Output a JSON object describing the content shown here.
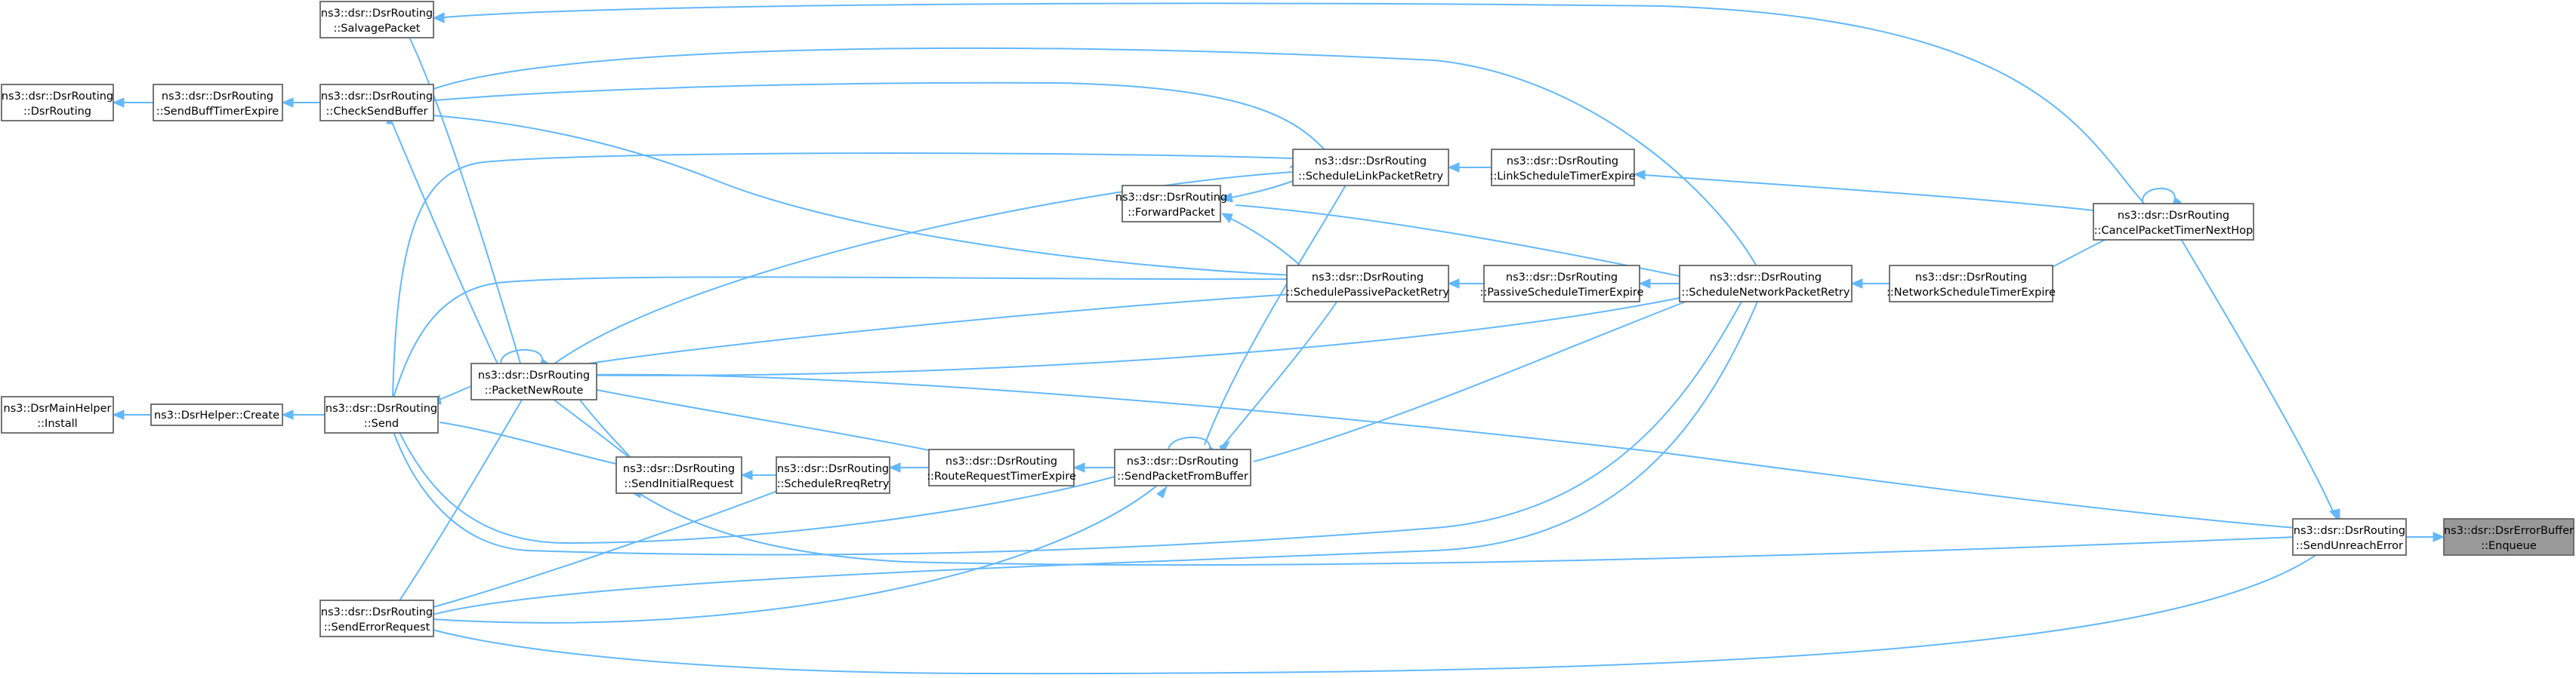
{
  "colors": {
    "edge": "#63b8ff",
    "node_border": "#666666",
    "node_fill": "#ffffff",
    "highlight_fill": "#999999"
  },
  "nodes": {
    "dsrrouting_ctor": {
      "line1": "ns3::dsr::DsrRouting",
      "line2": "::DsrRouting"
    },
    "sendbufftimerexpire": {
      "line1": "ns3::dsr::DsrRouting",
      "line2": "::SendBuffTimerExpire"
    },
    "checksendbuffer": {
      "line1": "ns3::dsr::DsrRouting",
      "line2": "::CheckSendBuffer"
    },
    "salvagepacket": {
      "line1": "ns3::dsr::DsrRouting",
      "line2": "::SalvagePacket"
    },
    "mainhelper_install": {
      "line1": "ns3::DsrMainHelper",
      "line2": "::Install"
    },
    "helper_create": {
      "line1": "ns3::DsrHelper::Create",
      "line2": ""
    },
    "send": {
      "line1": "ns3::dsr::DsrRouting",
      "line2": "::Send"
    },
    "packetnewroute": {
      "line1": "ns3::dsr::DsrRouting",
      "line2": "::PacketNewRoute"
    },
    "senderrorrequest": {
      "line1": "ns3::dsr::DsrRouting",
      "line2": "::SendErrorRequest"
    },
    "sendinitialrequest": {
      "line1": "ns3::dsr::DsrRouting",
      "line2": "::SendInitialRequest"
    },
    "schedulereqretry": {
      "line1": "ns3::dsr::DsrRouting",
      "line2": "::ScheduleRreqRetry"
    },
    "routerequesttimerexpire": {
      "line1": "ns3::dsr::DsrRouting",
      "line2": "::RouteRequestTimerExpire"
    },
    "sendpacketfrombuffer": {
      "line1": "ns3::dsr::DsrRouting",
      "line2": "::SendPacketFromBuffer"
    },
    "forwardpacket": {
      "line1": "ns3::dsr::DsrRouting",
      "line2": "::ForwardPacket"
    },
    "schedulelinkpacketretry": {
      "line1": "ns3::dsr::DsrRouting",
      "line2": "::ScheduleLinkPacketRetry"
    },
    "schedulepassivepacketretry": {
      "line1": "ns3::dsr::DsrRouting",
      "line2": "::SchedulePassivePacketRetry"
    },
    "linkscheduletimerexpire": {
      "line1": "ns3::dsr::DsrRouting",
      "line2": "::LinkScheduleTimerExpire"
    },
    "passivescheduletimerexpire": {
      "line1": "ns3::dsr::DsrRouting",
      "line2": "::PassiveScheduleTimerExpire"
    },
    "schedulenetworkpacketretry": {
      "line1": "ns3::dsr::DsrRouting",
      "line2": "::ScheduleNetworkPacketRetry"
    },
    "networkscheduletimerexpire": {
      "line1": "ns3::dsr::DsrRouting",
      "line2": "::NetworkScheduleTimerExpire"
    },
    "cancelpackettimernexthop": {
      "line1": "ns3::dsr::DsrRouting",
      "line2": "::CancelPacketTimerNextHop"
    },
    "sendunreacherror": {
      "line1": "ns3::dsr::DsrRouting",
      "line2": "::SendUnreachError"
    },
    "errorbuffer_enqueue": {
      "line1": "ns3::dsr::DsrErrorBuffer",
      "line2": "::Enqueue"
    }
  }
}
